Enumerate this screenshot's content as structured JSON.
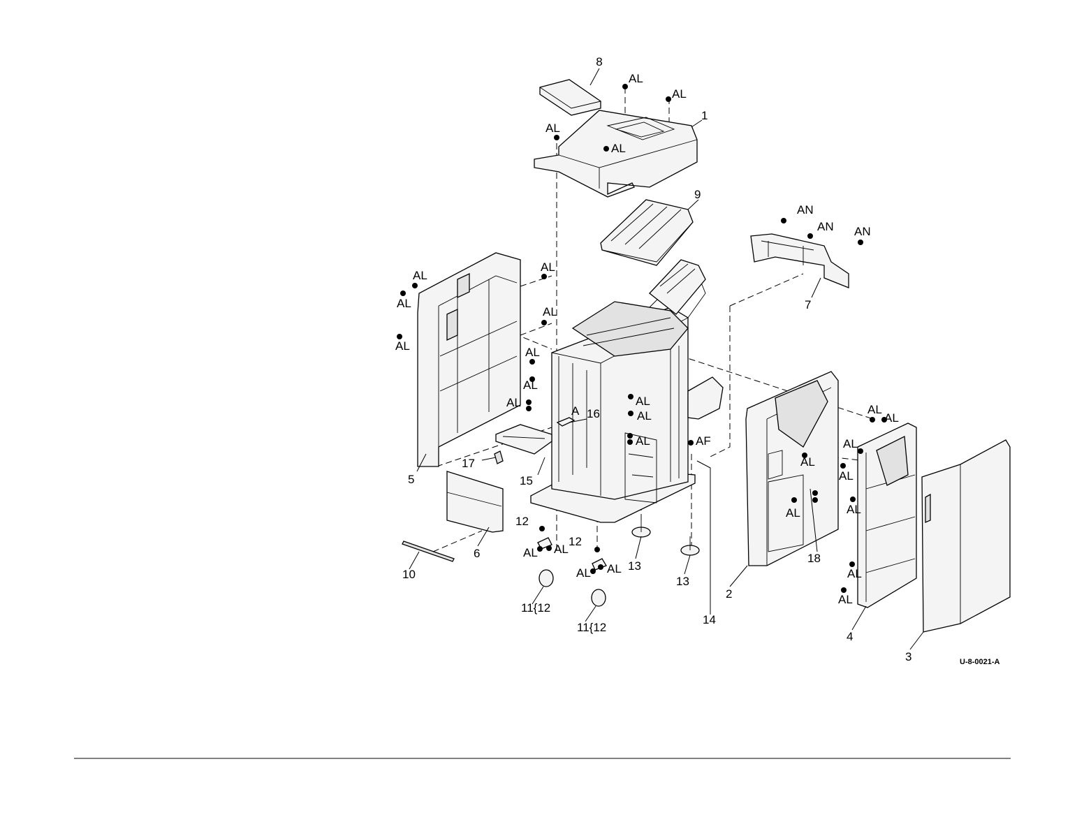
{
  "figure": {
    "code": "U-8-0021-A",
    "part_labels": [
      "1",
      "2",
      "3",
      "4",
      "5",
      "6",
      "7",
      "8",
      "9",
      "10",
      "11{12",
      "11{12",
      "12",
      "12",
      "13",
      "13",
      "14",
      "15",
      "16",
      "17",
      "18"
    ],
    "fastener_labels": {
      "al": "AL",
      "an": "AN",
      "af": "AF",
      "a": "A"
    }
  }
}
